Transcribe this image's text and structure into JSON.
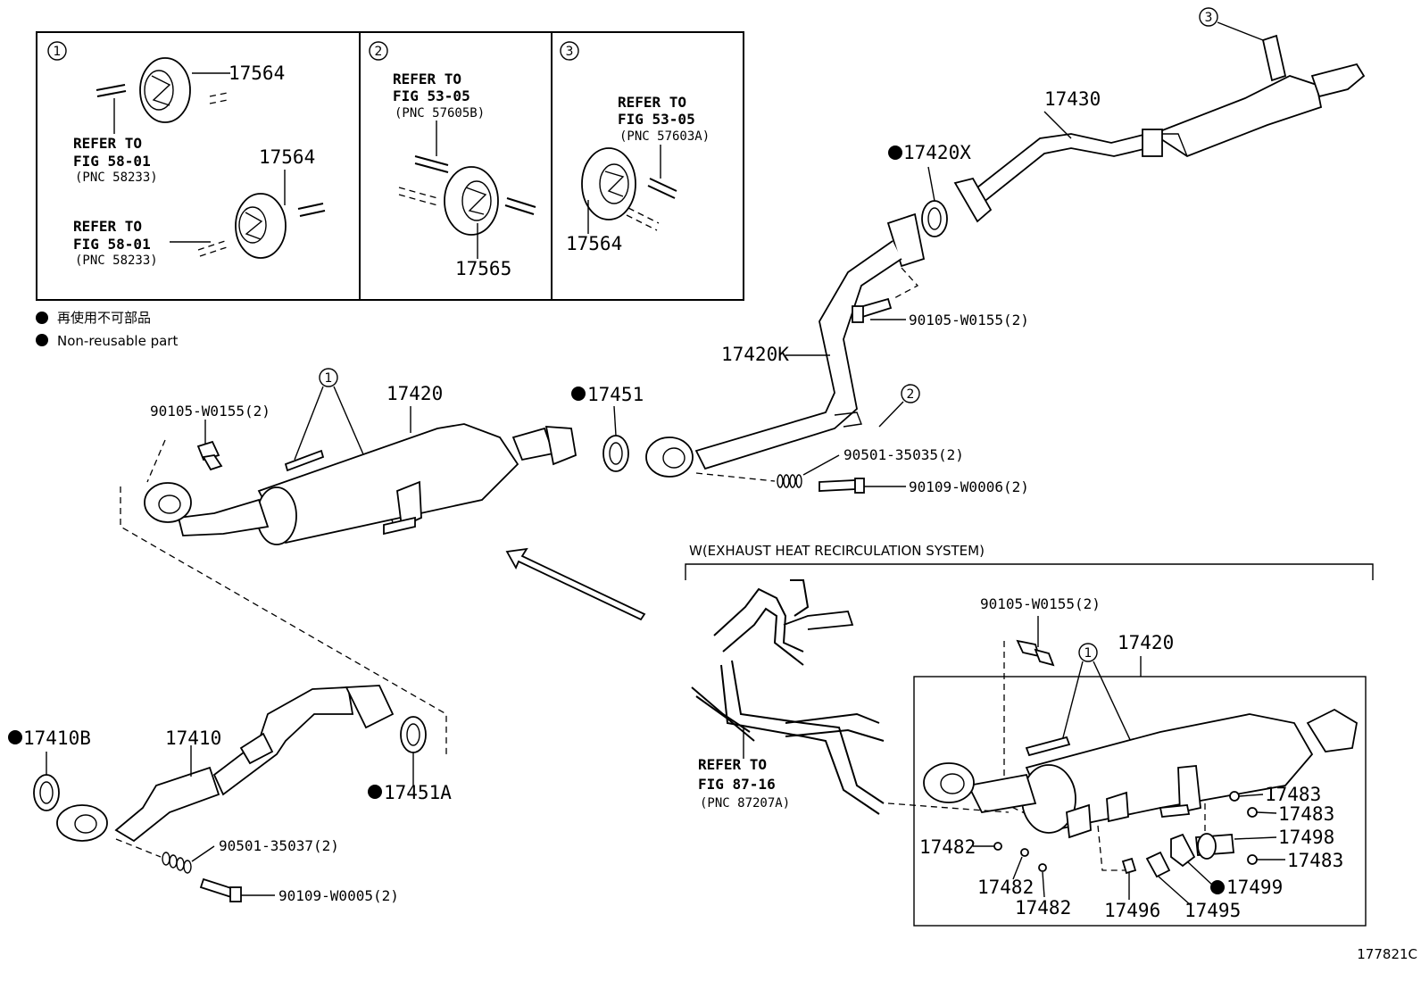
{
  "callouts": {
    "box1": "1",
    "box2": "2",
    "box3": "3",
    "c1": "1",
    "c2": "2",
    "c3": "3",
    "c4": "1"
  },
  "box1": {
    "part_top": "17564",
    "part_mid": "17564",
    "ref_line1": "REFER TO",
    "ref_line2": "FIG 58-01",
    "ref_pnc": "(PNC 58233)",
    "ref2_line1": "REFER TO",
    "ref2_line2": "FIG 58-01",
    "ref2_pnc": "(PNC 58233)"
  },
  "box2": {
    "ref_line1": "REFER TO",
    "ref_line2": "FIG 53-05",
    "ref_pnc": "(PNC 57605B)",
    "part": "17565"
  },
  "box3": {
    "ref_line1": "REFER TO",
    "ref_line2": "FIG 53-05",
    "ref_pnc": "(PNC 57603A)",
    "part": "17564"
  },
  "legend": {
    "jp": "再使用不可部品",
    "en": "Non-reusable part"
  },
  "parts": {
    "p17430": "17430",
    "p17420X": "17420X",
    "p90105_top": "90105-W0155(2)",
    "p17420K": "17420K",
    "p90105_left": "90105-W0155(2)",
    "p17420": "17420",
    "p17451": "17451",
    "p90501_35035": "90501-35035(2)",
    "p90109_W0006": "90109-W0006(2)",
    "p17410B": "17410B",
    "p17410": "17410",
    "p17451A": "17451A",
    "p90501_35037": "90501-35037(2)",
    "p90109_W0005": "90109-W0005(2)"
  },
  "ehr": {
    "title": "W(EXHAUST HEAT RECIRCULATION SYSTEM)",
    "p90105": "90105-W0155(2)",
    "p17420": "17420",
    "ref_line1": "REFER TO",
    "ref_line2": "FIG 87-16",
    "ref_pnc": "(PNC 87207A)",
    "p17483a": "17483",
    "p17483b": "17483",
    "p17498": "17498",
    "p17483c": "17483",
    "p17482a": "17482",
    "p17499": "17499",
    "p17482b": "17482",
    "p17482c": "17482",
    "p17496": "17496",
    "p17495": "17495"
  },
  "figure_id": "177821C"
}
